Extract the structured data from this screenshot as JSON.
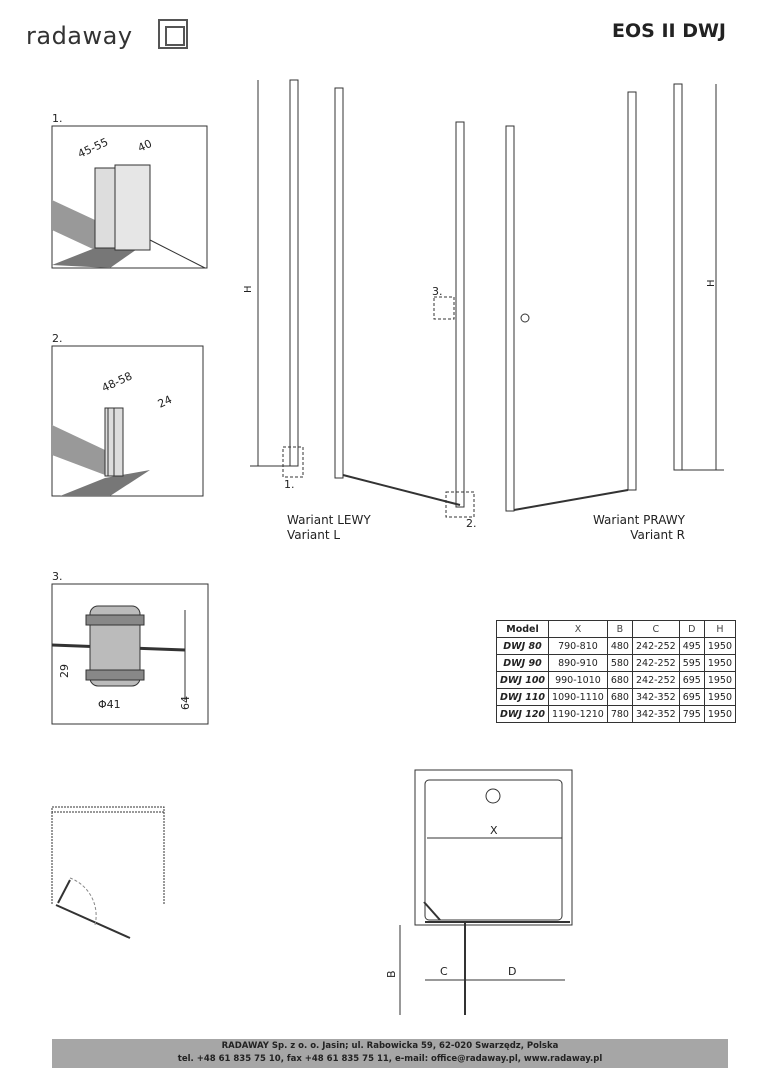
{
  "header": {
    "brand": "radaway",
    "title": "EOS II DWJ"
  },
  "details": {
    "d1": {
      "num": "1.",
      "dim_a": "45-55",
      "dim_b": "40"
    },
    "d2": {
      "num": "2.",
      "dim_a": "48-58",
      "dim_b": "24"
    },
    "d3": {
      "num": "3.",
      "dim_a": "29",
      "dim_b": "Φ41",
      "dim_c": "64"
    }
  },
  "drawing": {
    "h_label": "H",
    "callout_1": "1.",
    "callout_2": "2.",
    "callout_3": "3.",
    "left_variant": [
      "Wariant LEWY",
      "Variant L"
    ],
    "right_variant": [
      "Wariant PRAWY",
      "Variant R"
    ],
    "plan": {
      "x": "X",
      "b": "B",
      "c": "C",
      "d": "D"
    }
  },
  "table": {
    "headers": [
      "Model",
      "X",
      "B",
      "C",
      "D",
      "H"
    ],
    "rows": [
      [
        "DWJ 80",
        "790-810",
        "480",
        "242-252",
        "495",
        "1950"
      ],
      [
        "DWJ 90",
        "890-910",
        "580",
        "242-252",
        "595",
        "1950"
      ],
      [
        "DWJ 100",
        "990-1010",
        "680",
        "242-252",
        "695",
        "1950"
      ],
      [
        "DWJ 110",
        "1090-1110",
        "680",
        "342-352",
        "695",
        "1950"
      ],
      [
        "DWJ 120",
        "1190-1210",
        "780",
        "342-352",
        "795",
        "1950"
      ]
    ]
  },
  "footer": {
    "line1": "RADAWAY Sp. z o. o. Jasin; ul. Rabowicka 59, 62-020 Swarzędz, Polska",
    "line2": "tel. +48 61 835 75 10, fax +48 61 835 75 11, e-mail: office@radaway.pl, www.radaway.pl"
  }
}
